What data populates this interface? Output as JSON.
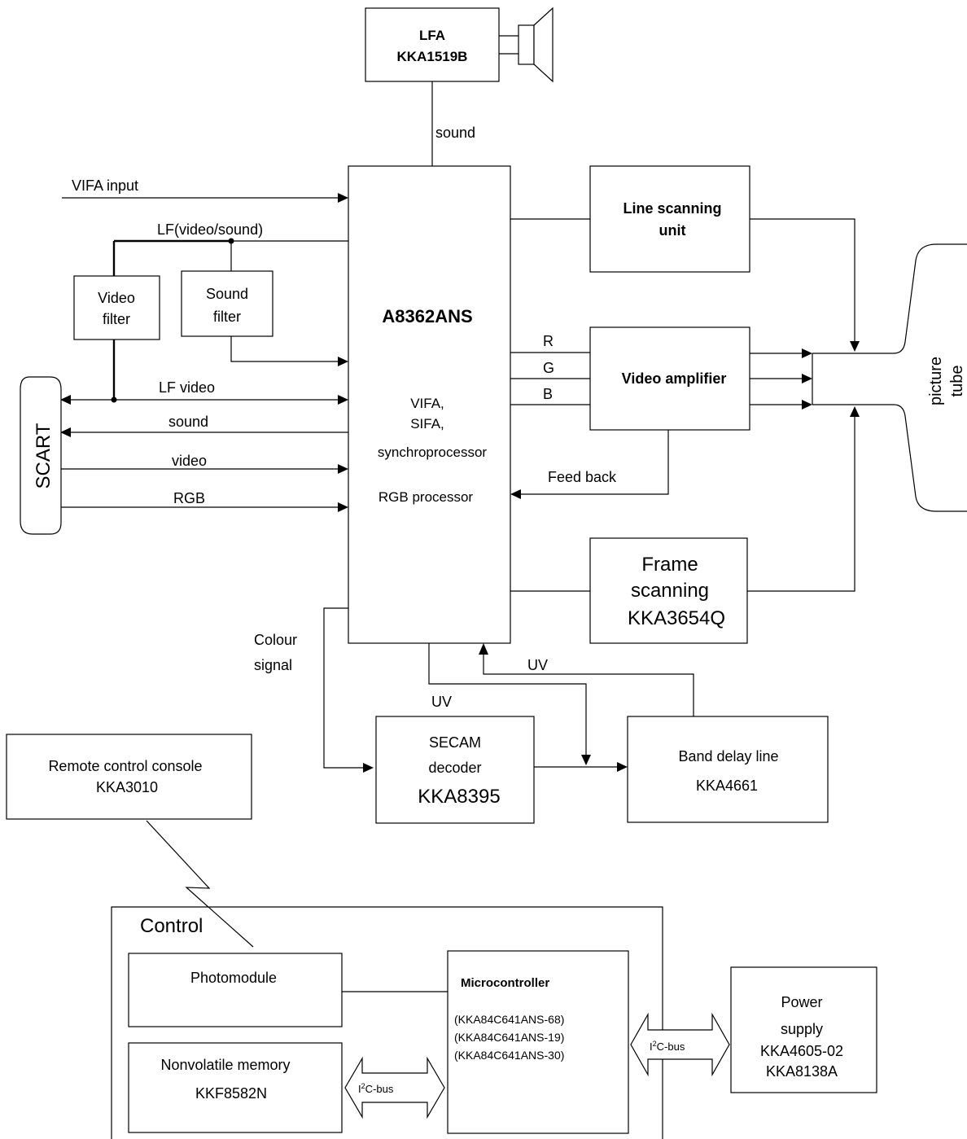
{
  "blocks": {
    "lfa": {
      "line1": "LFA",
      "line2": "KKA1519B"
    },
    "main_chip": {
      "name": "A8362ANS",
      "f1": "VIFA,",
      "f2": "SIFA,",
      "f3": "synchroprocessor",
      "f4": "RGB processor"
    },
    "line_scan": {
      "line1": "Line scanning",
      "line2": "unit"
    },
    "video_amp": {
      "label": "Video amplifier"
    },
    "frame_scan": {
      "line1": "Frame",
      "line2": "scanning",
      "line3": "KKA3654Q"
    },
    "video_filter": {
      "line1": "Video",
      "line2": "filter"
    },
    "sound_filter": {
      "line1": "Sound",
      "line2": "filter"
    },
    "scart": {
      "label": "SCART"
    },
    "picture_tube": {
      "line1": "picture",
      "line2": "tube"
    },
    "secam": {
      "line1": "SECAM",
      "line2": "decoder",
      "line3": "KKA8395"
    },
    "band_delay": {
      "line1": "Band delay line",
      "line2": "KKA4661"
    },
    "remote": {
      "line1": "Remote control console",
      "line2": "KKA3010"
    },
    "control": {
      "label": "Control"
    },
    "photomodule": {
      "label": "Photomodule"
    },
    "nvm": {
      "line1": "Nonvolatile memory",
      "line2": "KKF8582N"
    },
    "micro": {
      "title": "Microcontroller",
      "v1": "(KKA84C641ANS-68)",
      "v2": "(KKA84C641ANS-19)",
      "v3": "(KKA84C641ANS-30)"
    },
    "power": {
      "line1": "Power",
      "line2": "supply",
      "line3": "KKA4605-02",
      "line4": "KKA8138A"
    }
  },
  "signals": {
    "sound_top": "sound",
    "vifa_input": "VIFA input",
    "lf_video_sound": "LF(video/sound)",
    "lf_video": "LF video",
    "sound": "sound",
    "video": "video",
    "rgb": "RGB",
    "r": "R",
    "g": "G",
    "b": "B",
    "feed_back": "Feed back",
    "colour_1": "Colour",
    "colour_2": "signal",
    "uv_top": "UV",
    "uv_left": "UV",
    "i2c_a_i": "I",
    "i2c_a_sup": "2",
    "i2c_a_rest": "C-bus",
    "i2c_b_i": "I",
    "i2c_b_sup": "2",
    "i2c_b_rest": "C-bus"
  }
}
